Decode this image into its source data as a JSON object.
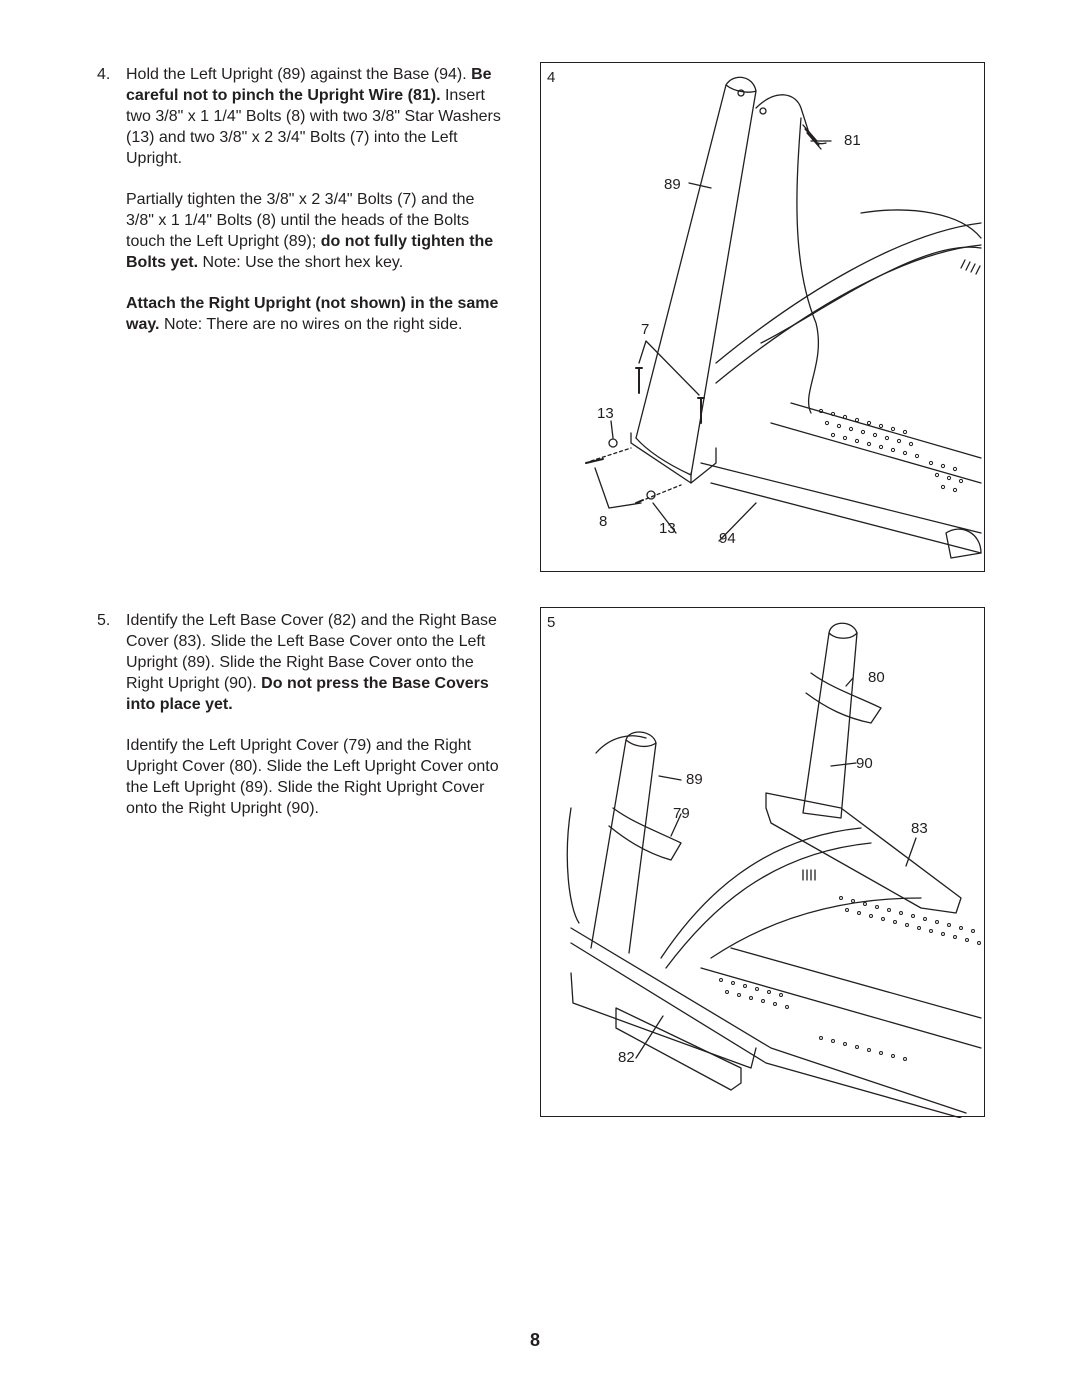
{
  "step4": {
    "number": "4.",
    "p1": {
      "t1": "Hold the Left Upright (89) against the Base (94). ",
      "b1": "Be careful not to pinch the Upright Wire (81).",
      "t2": " Insert two 3/8\" x 1 1/4\" Bolts (8) with two 3/8\" Star Washers (13) and two 3/8\" x 2 3/4\" Bolts (7) into the Left Upright."
    },
    "p2": {
      "t1": "Partially tighten the 3/8\" x 2 3/4\" Bolts (7) and the 3/8\" x 1 1/4\" Bolts (8) until the heads of the Bolts touch the Left Upright (89); ",
      "b1": "do not fully tighten the Bolts yet.",
      "t2": " Note: Use the short hex key."
    },
    "p3": {
      "b1": "Attach the Right Upright (not shown) in the same way.",
      "t1": " Note: There are no wires on the right side."
    }
  },
  "step5": {
    "number": "5.",
    "p1": {
      "t1": "Identify the Left Base Cover (82) and the Right Base Cover (83). Slide the Left Base Cover onto the Left Upright (89). Slide the Right Base Cover onto the Right Upright (90). ",
      "b1": "Do not press the Base Covers into place yet."
    },
    "p2": {
      "t1": "Identify the Left Upright Cover (79) and the Right Upright Cover (80). Slide the Left Upright Cover onto the Left Upright (89). Slide the Right Upright Cover onto the Right Upright (90)."
    }
  },
  "figure4": {
    "number": "4",
    "callouts": [
      "81",
      "89",
      "7",
      "13",
      "8",
      "13",
      "94"
    ]
  },
  "figure5": {
    "number": "5",
    "callouts": [
      "80",
      "90",
      "89",
      "79",
      "83",
      "82"
    ]
  },
  "page_number": "8"
}
